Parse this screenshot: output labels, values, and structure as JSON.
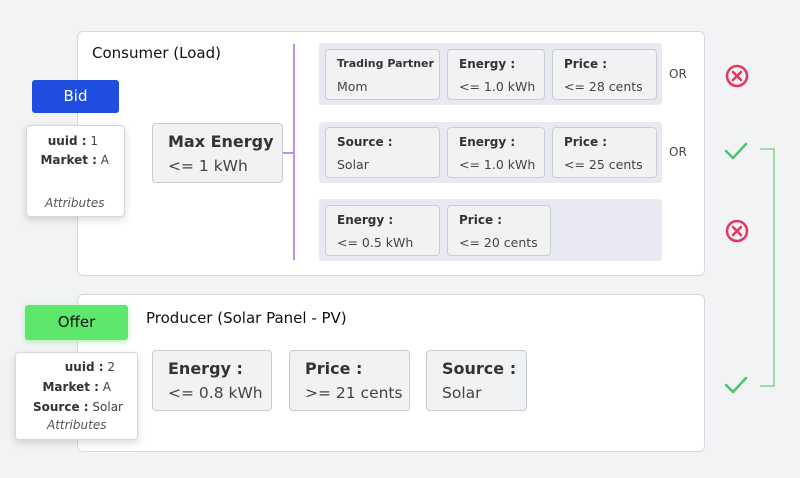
{
  "colors": {
    "bid_tag": "#1f4de0",
    "offer_tag": "#5ee86b",
    "divider": "#c58ee0",
    "match_check": "#4cc36b",
    "reject_cross": "#e7355f",
    "connector": "#7fd48f"
  },
  "consumer": {
    "title": "Consumer (Load)",
    "tag": "Bid",
    "attributes": {
      "uuid_key": "uuid :",
      "uuid_val": "1",
      "market_key": "Market :",
      "market_val": "A",
      "footer": "Attributes"
    },
    "max_energy": {
      "label": "Max Energy",
      "value": "<= 1 kWh"
    },
    "requirement_rows": [
      {
        "cards": [
          {
            "label": "Trading Partner",
            "value": "Mom"
          },
          {
            "label": "Energy :",
            "value": "<= 1.0 kWh"
          },
          {
            "label": "Price :",
            "value": "<= 28 cents"
          }
        ],
        "connector": "OR",
        "status_icon": "cross-icon"
      },
      {
        "cards": [
          {
            "label": "Source :",
            "value": "Solar"
          },
          {
            "label": "Energy :",
            "value": "<= 1.0 kWh"
          },
          {
            "label": "Price :",
            "value": "<= 25 cents"
          }
        ],
        "connector": "OR",
        "status_icon": "check-icon"
      },
      {
        "cards": [
          {
            "label": "Energy :",
            "value": "<= 0.5 kWh"
          },
          {
            "label": "Price :",
            "value": "<= 20 cents"
          }
        ],
        "status_icon": "cross-icon"
      }
    ]
  },
  "producer": {
    "title": "Producer (Solar Panel - PV)",
    "tag": "Offer",
    "attributes": {
      "uuid_key": "uuid :",
      "uuid_val": "2",
      "market_key": "Market :",
      "market_val": "A",
      "source_key": "Source :",
      "source_val": "Solar",
      "footer": "Attributes"
    },
    "cards": [
      {
        "label": "Energy :",
        "value": "<= 0.8 kWh"
      },
      {
        "label": "Price :",
        "value": ">= 21 cents"
      },
      {
        "label": "Source :",
        "value": "Solar"
      }
    ],
    "status_icon": "check-icon"
  }
}
